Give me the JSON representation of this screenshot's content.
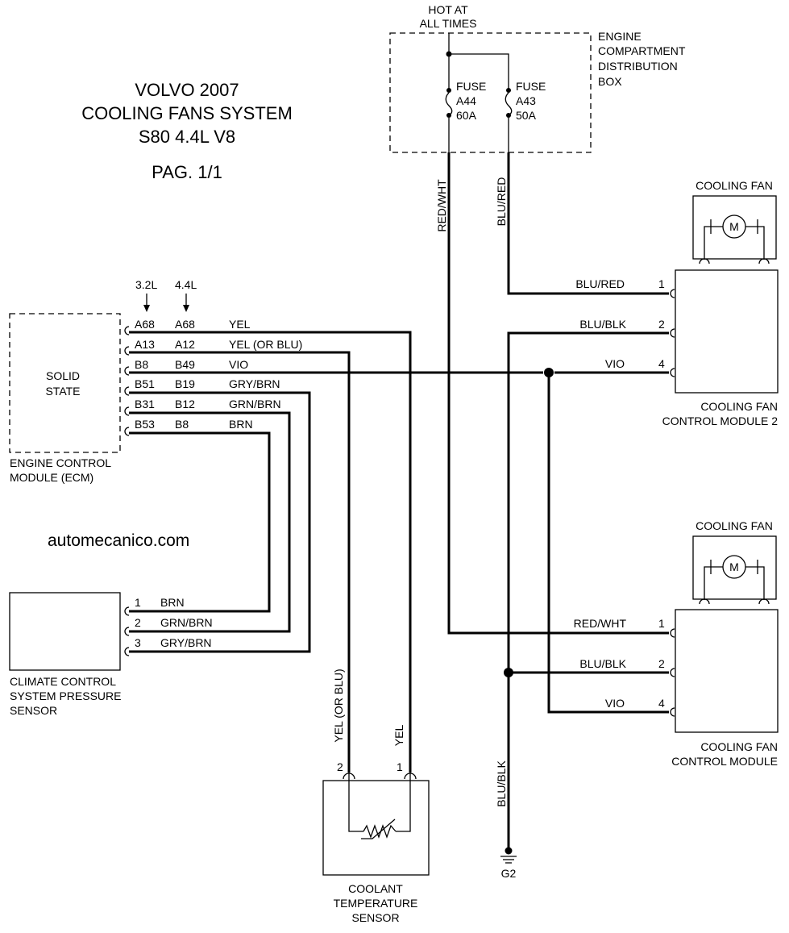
{
  "title": {
    "line1": "VOLVO 2007",
    "line2": "COOLING FANS SYSTEM",
    "line3": "S80 4.4L V8",
    "page": "PAG. 1/1"
  },
  "watermark": "automecanico.com",
  "power": {
    "label_line1": "HOT AT",
    "label_line2": "ALL TIMES",
    "box_line1": "ENGINE",
    "box_line2": "COMPARTMENT",
    "box_line3": "DISTRIBUTION",
    "box_line4": "BOX",
    "fuse1": {
      "label": "FUSE",
      "id": "A44",
      "rating": "60A"
    },
    "fuse2": {
      "label": "FUSE",
      "id": "A43",
      "rating": "50A"
    }
  },
  "ecm": {
    "inner_line1": "SOLID",
    "inner_line2": "STATE",
    "name_line1": "ENGINE CONTROL",
    "name_line2": "MODULE (ECM)",
    "col1_header": "3.2L",
    "col2_header": "4.4L",
    "pins": [
      {
        "pin32": "A68",
        "pin44": "A68",
        "wire": "YEL"
      },
      {
        "pin32": "A13",
        "pin44": "A12",
        "wire": "YEL (OR BLU)"
      },
      {
        "pin32": "B8",
        "pin44": "B49",
        "wire": "VIO"
      },
      {
        "pin32": "B51",
        "pin44": "B19",
        "wire": "GRY/BRN"
      },
      {
        "pin32": "B31",
        "pin44": "B12",
        "wire": "GRN/BRN"
      },
      {
        "pin32": "B53",
        "pin44": "B8",
        "wire": "BRN"
      }
    ]
  },
  "pressure_sensor": {
    "name_line1": "CLIMATE CONTROL",
    "name_line2": "SYSTEM PRESSURE",
    "name_line3": "SENSOR",
    "pins": [
      {
        "pin": "1",
        "wire": "BRN"
      },
      {
        "pin": "2",
        "wire": "GRN/BRN"
      },
      {
        "pin": "3",
        "wire": "GRY/BRN"
      }
    ]
  },
  "coolant_sensor": {
    "name_line1": "COOLANT",
    "name_line2": "TEMPERATURE",
    "name_line3": "SENSOR",
    "pin_left": "2",
    "pin_right": "1",
    "wire_left": "YEL (OR BLU)",
    "wire_right": "YEL"
  },
  "fan_module_2": {
    "fan_label": "COOLING FAN",
    "motor": "M",
    "name_line1": "COOLING FAN",
    "name_line2": "CONTROL MODULE 2",
    "pins": [
      {
        "pin": "1",
        "wire": "BLU/RED"
      },
      {
        "pin": "2",
        "wire": "BLU/BLK"
      },
      {
        "pin": "4",
        "wire": "VIO"
      }
    ]
  },
  "fan_module_1": {
    "fan_label": "COOLING FAN",
    "motor": "M",
    "name_line1": "COOLING FAN",
    "name_line2": "CONTROL MODULE",
    "pins": [
      {
        "pin": "1",
        "wire": "RED/WHT"
      },
      {
        "pin": "2",
        "wire": "BLU/BLK"
      },
      {
        "pin": "4",
        "wire": "VIO"
      }
    ]
  },
  "wires": {
    "red_wht_vertical": "RED/WHT",
    "blu_red_vertical": "BLU/RED",
    "blu_blk_vertical": "BLU/BLK"
  },
  "ground": {
    "label": "G2"
  }
}
